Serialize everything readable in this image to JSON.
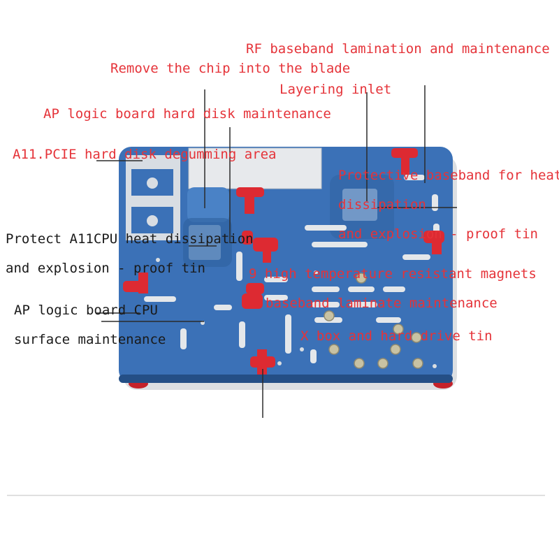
{
  "colors": {
    "board": "#3b71b7",
    "board_shadow": "#244f86",
    "clamp": "#dd2a32",
    "pad": "#a9c7ea",
    "label_red": "#e53339",
    "label_black": "#1a1a1a"
  },
  "labels": {
    "rf_baseband": "RF baseband lamination and maintenance",
    "remove_chip": "Remove the chip into the blade",
    "layering_inlet": "Layering inlet",
    "ap_hard_disk": "AP logic board hard disk maintenance",
    "a11_pcie": "A11.PCIE hard disk degumming area",
    "protective_baseband_1": "Protective baseband for heat",
    "protective_baseband_2": "dissipation",
    "protective_baseband_3": "and explosion - proof tin",
    "protect_a11cpu_1": "Protect A11CPU heat dissipation",
    "protect_a11cpu_2": "and explosion - proof tin",
    "magnets": "9 high temperature resistant magnets",
    "ap_cpu_1": "AP logic board CPU",
    "ap_cpu_2": "surface maintenance",
    "baseband_laminate": "baseband laminate maintenance",
    "x_box": "X box and hard drive tin"
  }
}
